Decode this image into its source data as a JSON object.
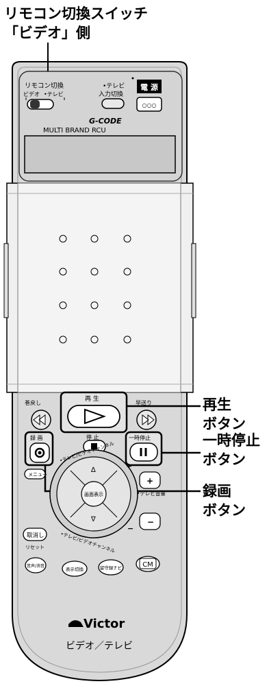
{
  "callouts": {
    "remote_switch": {
      "line1": "リモコン切換スイッチ",
      "line2": "「ビデオ」側"
    },
    "play": {
      "line1": "再生",
      "line2": "ボタン"
    },
    "pause": {
      "line1": "一時停止",
      "line2": "ボタン"
    },
    "record": {
      "line1": "録画",
      "line2": "ボタン"
    }
  },
  "remote": {
    "switch_title": "リモコン切換",
    "switch_video": "ビデオ",
    "switch_tv": "•テレビ",
    "tv_input_line1": "•テレビ",
    "tv_input_line2": "入力切換",
    "power": "電 源",
    "power_dots": "○○○",
    "gcode": "G-CODE",
    "brand_line": "MULTI BRAND RCU",
    "play_label": "再 生",
    "stop_label": "停 止",
    "rewind_label": "巻戻し",
    "ff_label": "早送り",
    "rec_label": "録 画",
    "pause_label": "一時停止",
    "menu": "メニュー",
    "display": "画面表示",
    "up": "∆",
    "down": "∇",
    "plus": "+",
    "minus": "−",
    "tv_volume": "•テレビ音量",
    "channel_top": "•テレビ/ビデオチャンネル",
    "channel_bottom": "•テレビ/ビデオチャンネル",
    "cancel": "取消し",
    "reset": "リセット",
    "mute": "音声/消音",
    "display_switch": "表示切換",
    "rec_navi": "留守録ナビ",
    "cm": "CM",
    "brand": "Victor",
    "footer": "ビデオ／テレビ"
  }
}
